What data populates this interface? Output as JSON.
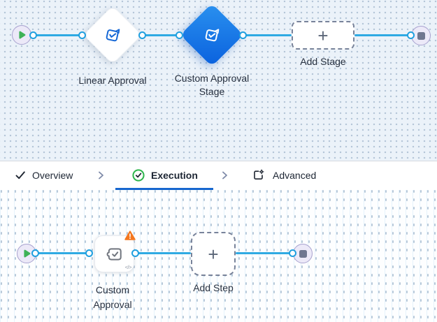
{
  "stage_flow": {
    "linear": {
      "label": "Linear Approval"
    },
    "custom": {
      "label": "Custom Approval Stage",
      "selected": true
    },
    "add_stage": {
      "label": "Add Stage",
      "plus": "+"
    }
  },
  "tabs": {
    "overview": {
      "label": "Overview"
    },
    "execution": {
      "label": "Execution",
      "active": true
    },
    "advanced": {
      "label": "Advanced"
    }
  },
  "step_flow": {
    "custom_approval": {
      "label": "Custom Approval",
      "has_warning": true,
      "code_badge": "</>"
    },
    "add_step": {
      "label": "Add Step",
      "plus": "+"
    }
  },
  "icons": {
    "start": "play-icon",
    "end": "stop-icon",
    "stage": "approval-check-square-icon",
    "step": "puzzle-check-icon",
    "add": "plus-icon",
    "warning": "warning-triangle-icon",
    "code": "code-icon",
    "overview_tab": "check-icon",
    "execution_tab": "check-circle-icon",
    "advanced_tab": "box-gear-icon",
    "separator": "chevron-right-icon"
  },
  "colors": {
    "edge": "#2faae3",
    "selected_node": "#0f6ae2",
    "tab_underline": "#1767cf",
    "success_green": "#2db54c",
    "warning_orange": "#f4771f",
    "canvas_top_bg": "#ebf2f9",
    "canvas_bottom_bg": "#fdfeff"
  }
}
